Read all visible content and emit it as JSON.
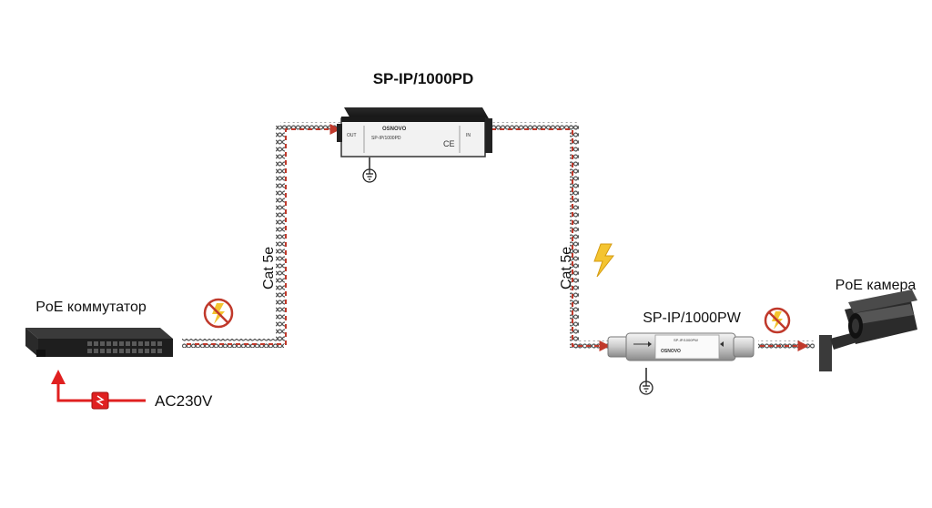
{
  "labels": {
    "pd_device": "SP-IP/1000PD",
    "pw_device": "SP-IP/1000PW",
    "switch": "PoE коммутатор",
    "camera": "PoE камера",
    "power": "AC230V",
    "cable_left": "Cat 5e",
    "cable_right": "Cat 5e"
  },
  "pd_box": {
    "brand": "OSNOVO",
    "model": "SP-IP/1000PD",
    "port_out": "OUT",
    "port_in": "IN"
  },
  "pw_box": {
    "brand": "OSNOVO",
    "model": "SP-IP/1000PW"
  },
  "colors": {
    "cable": "#444444",
    "power_line": "#c0392b",
    "warning": "#f4c430",
    "no_surge": "#e0a020",
    "arrow_red": "#e02020"
  },
  "icons": {
    "ground": "ground-icon",
    "surge": "lightning-icon",
    "no_surge": "no-surge-icon",
    "fuse": "fuse-icon"
  }
}
